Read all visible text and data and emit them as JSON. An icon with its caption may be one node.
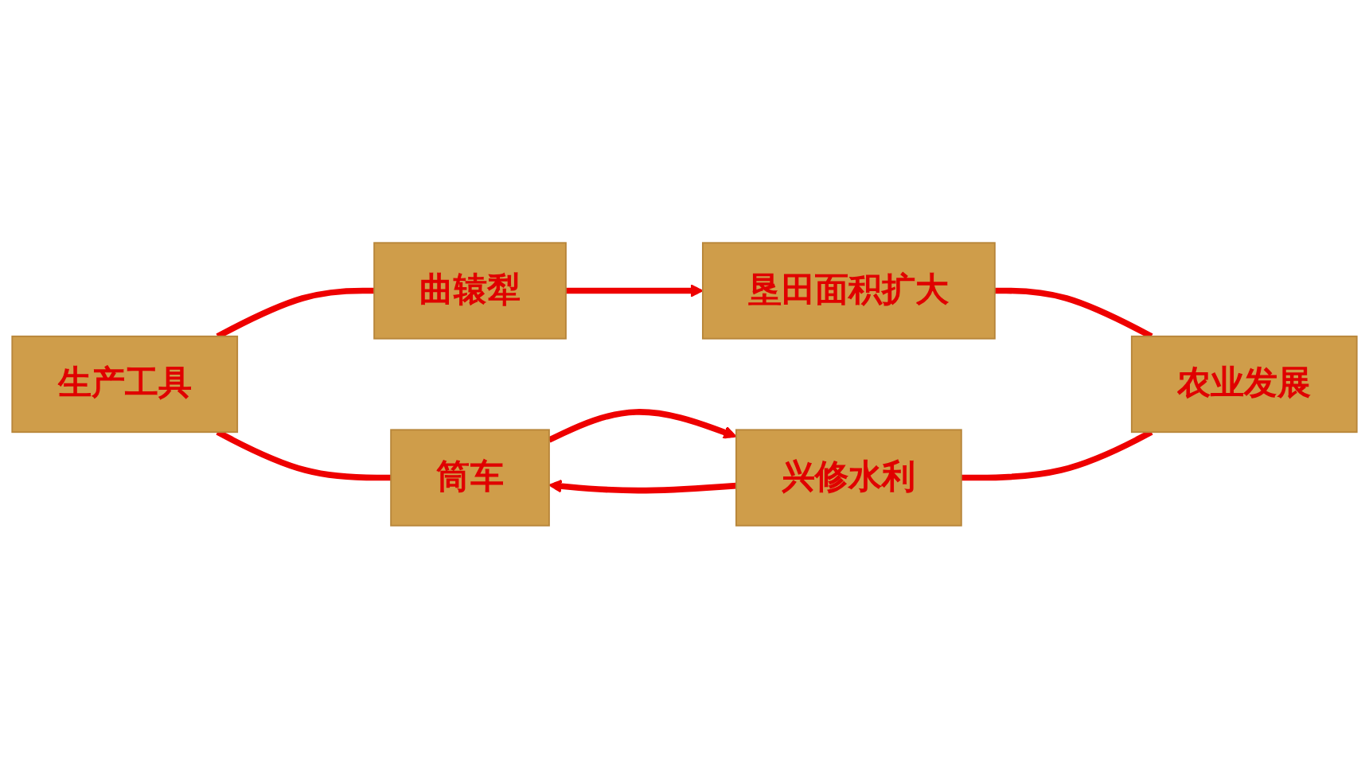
{
  "diagram": {
    "nodes": [
      {
        "text": [
          "生产工具"
        ]
      },
      {
        "text": [
          "曲辕犁"
        ]
      },
      {
        "text": [
          "筒车"
        ]
      },
      {
        "text": [
          "垦田面积扩大"
        ]
      },
      {
        "text": [
          "兴修水利"
        ]
      },
      {
        "text": [
          "农业发展"
        ]
      }
    ],
    "edges": [
      {
        "from": 0,
        "to": 1,
        "arrow": "none"
      },
      {
        "from": 0,
        "to": 2,
        "arrow": "none"
      },
      {
        "from": 1,
        "to": 3,
        "arrow": "to"
      },
      {
        "from": 2,
        "to": 4,
        "arrow": "to"
      },
      {
        "from": 4,
        "to": 2,
        "arrow": "to"
      },
      {
        "from": 3,
        "to": 5,
        "arrow": "none"
      },
      {
        "from": 4,
        "to": 5,
        "arrow": "none"
      }
    ]
  }
}
